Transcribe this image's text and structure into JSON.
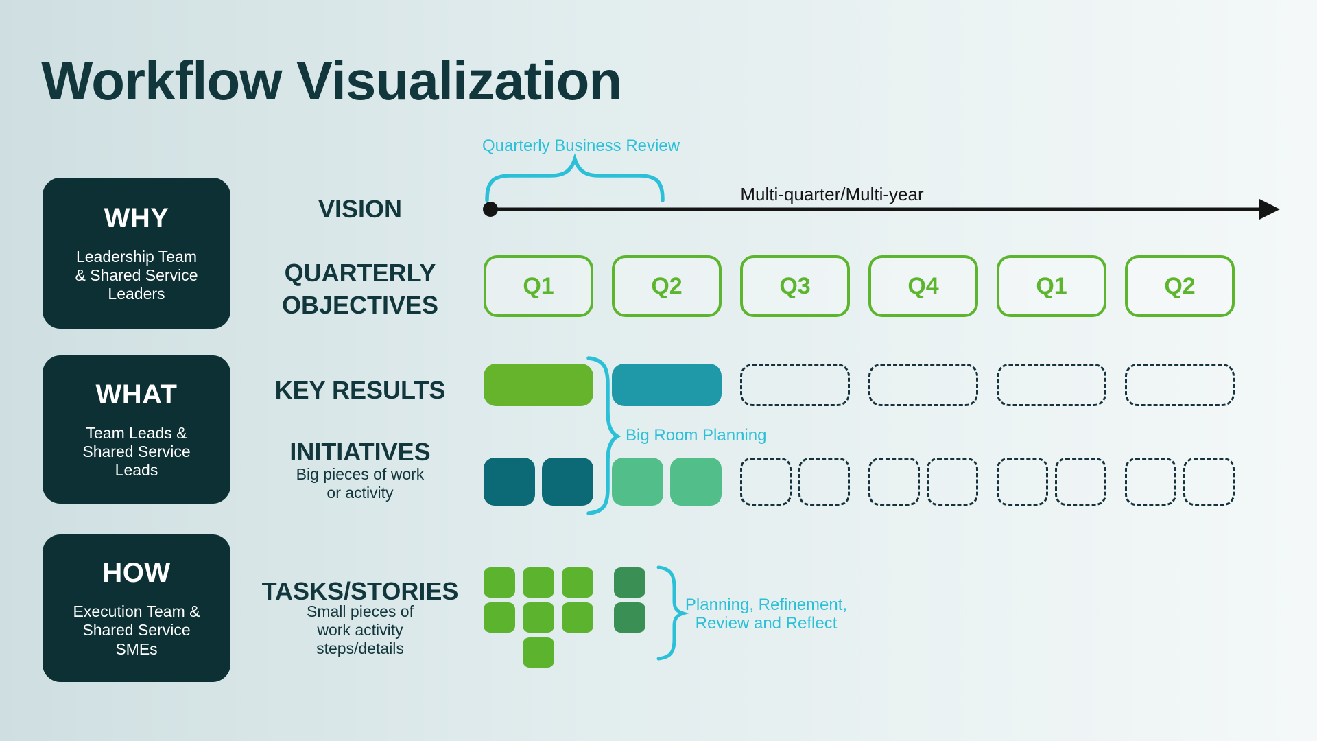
{
  "title": "Workflow Visualization",
  "colors": {
    "ink": "#11363c",
    "card": "#0c3034",
    "cyan": "#2cc0d8",
    "qgreen": "#5cb52d",
    "green": "#66b42c",
    "teal": "#1f98a8",
    "darkteal": "#0b6a76",
    "seagreen": "#52bf8a",
    "taskgreen": "#5cb32d",
    "taskdark": "#3a8f55",
    "dashink": "#16323c",
    "timeline": "#151515"
  },
  "left_boxes": [
    {
      "title": "WHY",
      "body": [
        "Leadership Team",
        "& Shared Service",
        "Leaders"
      ]
    },
    {
      "title": "WHAT",
      "body": [
        "Team Leads &",
        "Shared Service",
        "Leads"
      ]
    },
    {
      "title": "HOW",
      "body": [
        "Execution Team &",
        "Shared Service",
        "SMEs"
      ]
    }
  ],
  "row_labels": {
    "vision": "VISION",
    "quarterly_objectives": [
      "QUARTERLY",
      "OBJECTIVES"
    ],
    "key_results": "KEY RESULTS",
    "initiatives": "INITIATIVES",
    "initiatives_sub": [
      "Big pieces of work",
      "or activity"
    ],
    "tasks": "TASKS/STORIES",
    "tasks_sub": [
      "Small pieces of",
      "work activity",
      "steps/details"
    ]
  },
  "timeline": {
    "label": "Multi-quarter/Multi-year"
  },
  "annotations": {
    "qbr": "Quarterly Business Review",
    "big_room": "Big Room Planning",
    "planning": [
      "Planning, Refinement,",
      "Review and Reflect"
    ]
  },
  "columns": [
    {
      "quarter": "Q1",
      "key_result": "done-green",
      "initiatives": "done-darkteal"
    },
    {
      "quarter": "Q2",
      "key_result": "active-teal",
      "initiatives": "active-seagreen"
    },
    {
      "quarter": "Q3",
      "key_result": "future-dashed",
      "initiatives": "future-dashed"
    },
    {
      "quarter": "Q4",
      "key_result": "future-dashed",
      "initiatives": "future-dashed"
    },
    {
      "quarter": "Q1",
      "key_result": "future-dashed",
      "initiatives": "future-dashed"
    },
    {
      "quarter": "Q2",
      "key_result": "future-dashed",
      "initiatives": "future-dashed"
    }
  ],
  "tasks_grid": {
    "col_x": [
      0,
      57,
      114,
      190
    ],
    "row_y": [
      0,
      51,
      102
    ],
    "cells": [
      {
        "c": 0,
        "r": 0,
        "k": "green"
      },
      {
        "c": 1,
        "r": 0,
        "k": "green"
      },
      {
        "c": 2,
        "r": 0,
        "k": "green"
      },
      {
        "c": 3,
        "r": 0,
        "k": "darkgreen"
      },
      {
        "c": 0,
        "r": 1,
        "k": "green"
      },
      {
        "c": 1,
        "r": 1,
        "k": "green"
      },
      {
        "c": 2,
        "r": 1,
        "k": "green"
      },
      {
        "c": 3,
        "r": 1,
        "k": "darkgreen"
      },
      {
        "c": 1,
        "r": 2,
        "k": "green"
      }
    ]
  }
}
